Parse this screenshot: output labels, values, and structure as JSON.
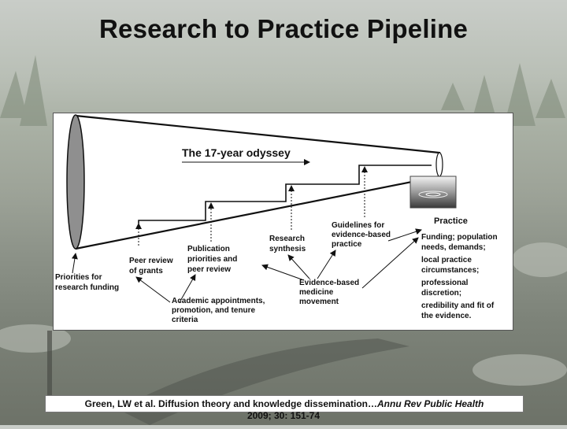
{
  "title": "Research to Practice Pipeline",
  "diagram": {
    "odyssey": "The 17-year odyssey",
    "practice": "Practice",
    "research_synthesis": [
      "Research",
      "synthesis"
    ],
    "guidelines": [
      "Guidelines for",
      "evidence-based",
      "practice"
    ],
    "publication": [
      "Publication",
      "priorities and",
      "peer review"
    ],
    "peer_review": [
      "Peer review",
      "of grants"
    ],
    "priorities": [
      "Priorities for",
      "research funding"
    ],
    "evidence_based": [
      "Evidence-based",
      "medicine",
      "movement"
    ],
    "academic": [
      "Academic appointments,",
      "promotion, and tenure",
      "criteria"
    ],
    "funding": [
      "Funding; population",
      "needs, demands;",
      "local practice",
      "circumstances;",
      "professional",
      "discretion;",
      "credibility and fit of",
      "the evidence."
    ]
  },
  "citation": {
    "line1_prefix": "Green, LW et al. Diffusion theory and knowledge dissemination…",
    "line1_journal": "Annu Rev Public Health",
    "line2": "2009; 30: 151-74"
  }
}
